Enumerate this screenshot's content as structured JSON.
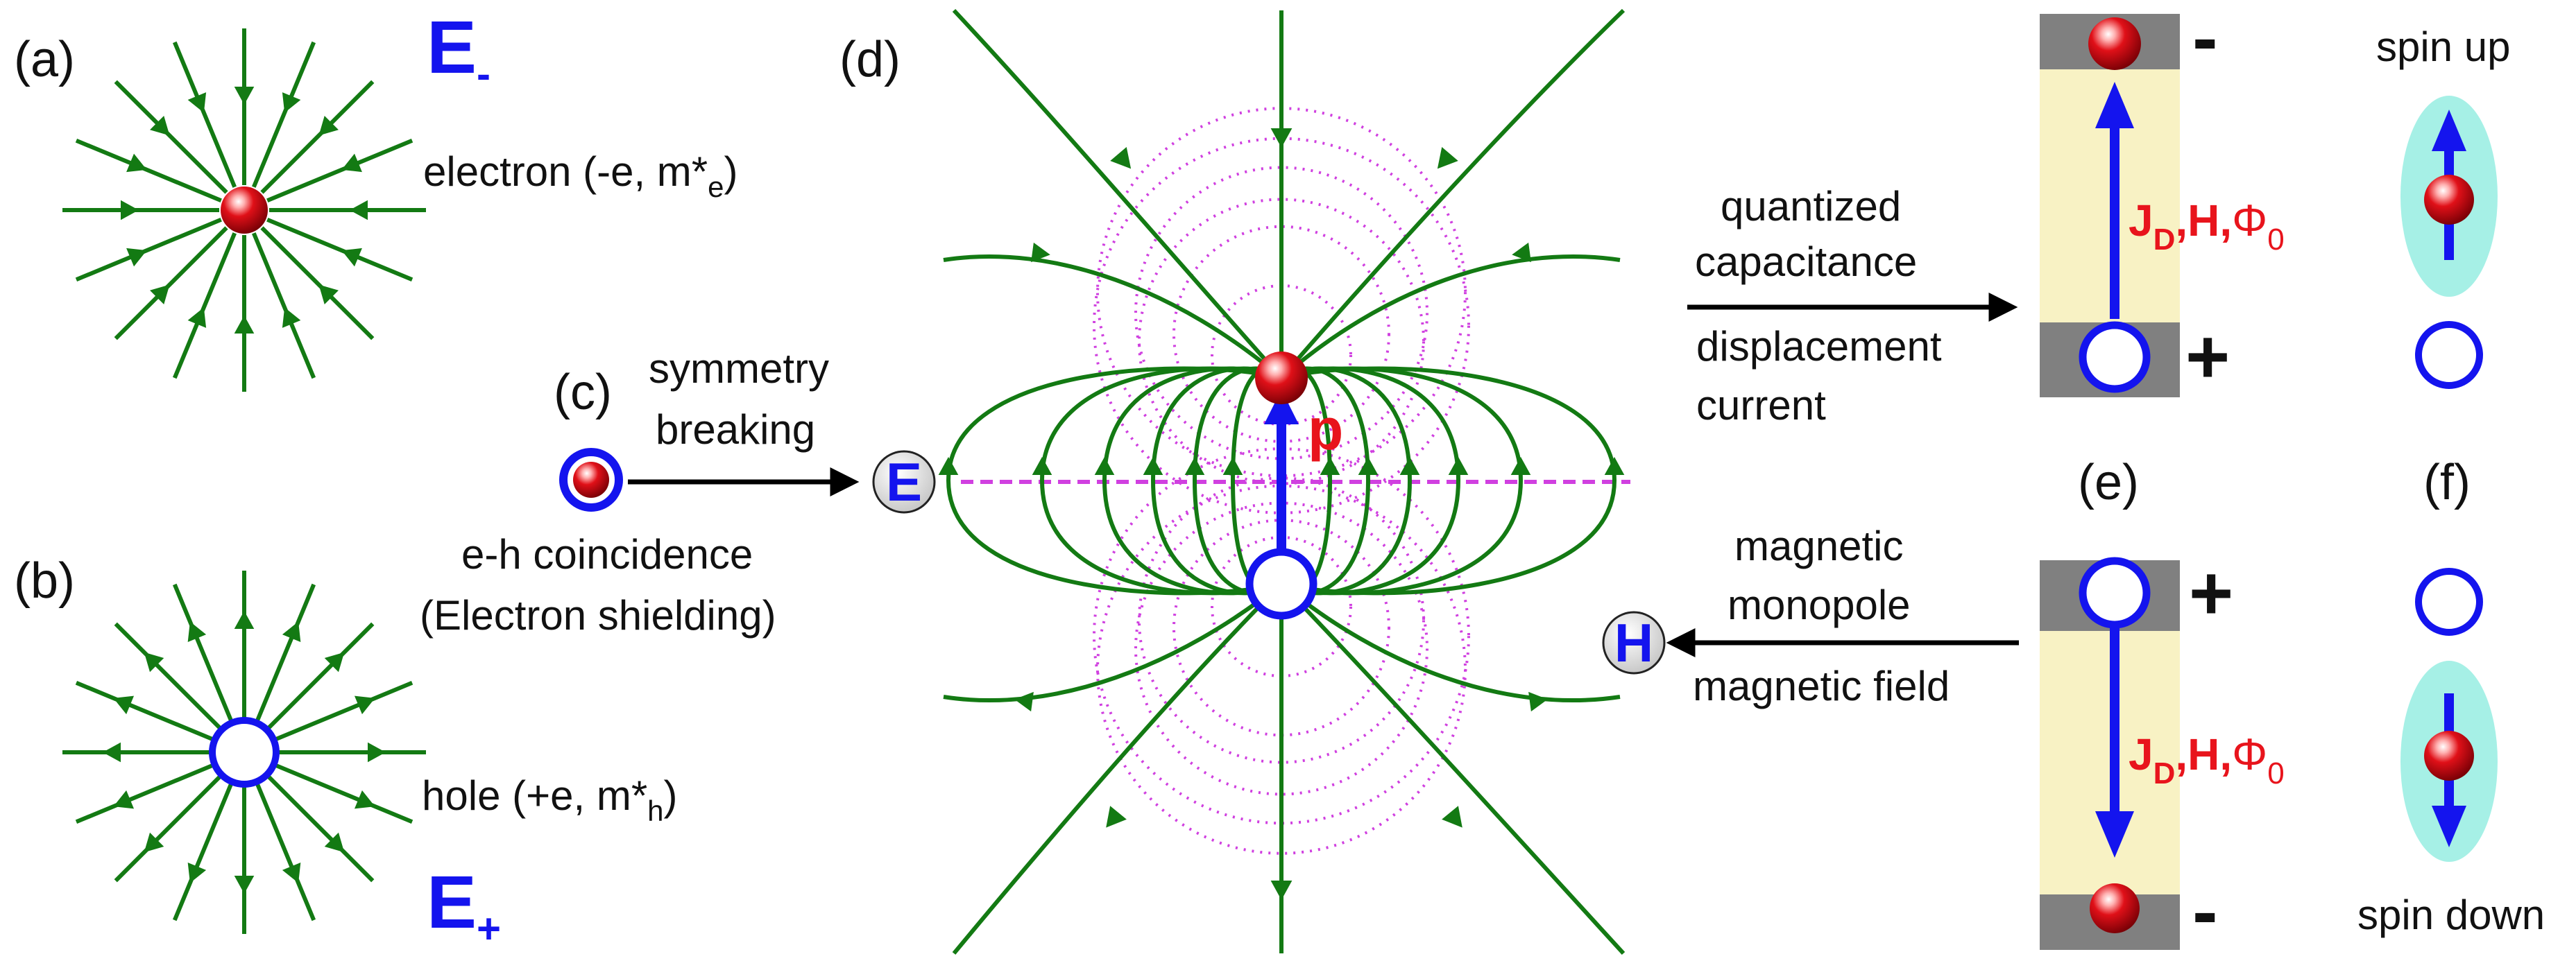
{
  "panels": {
    "a": "(a)",
    "b": "(b)",
    "c": "(c)",
    "d": "(d)",
    "e": "(e)",
    "f": "(f)"
  },
  "panel_a": {
    "field": "E",
    "field_sub": "-",
    "caption": "electron (-e, m*",
    "caption_sub": "e",
    "caption_end": ")"
  },
  "panel_b": {
    "field": "E",
    "field_sub": "+",
    "caption": "hole (+e, m*",
    "caption_sub": "h",
    "caption_end": ")"
  },
  "panel_c": {
    "arrow_label_1": "symmetry",
    "arrow_label_2": "breaking",
    "caption_1": "e-h coincidence",
    "caption_2": "(Electron shielding)",
    "target": "E"
  },
  "panel_d": {
    "dipole": "p"
  },
  "right_top": {
    "arrow_label_1": "quantized",
    "arrow_label_2": "capacitance",
    "arrow_label_3": "displacement",
    "arrow_label_4": "current",
    "top_sign": "-",
    "bottom_sign": "+"
  },
  "right_bottom": {
    "arrow_label_1": "magnetic",
    "arrow_label_2": "monopole",
    "arrow_label_3": "magnetic field",
    "target": "H",
    "top_sign": "+",
    "bottom_sign": "-"
  },
  "junction_label": {
    "j": "J",
    "j_sub": "D",
    "h": ",H,",
    "phi": "Φ",
    "phi_sub": "0"
  },
  "panel_f": {
    "spin_up": "spin up",
    "spin_down": "spin down"
  },
  "colors": {
    "field_line": "#137a13",
    "electron": "#e0101a",
    "hole_ring": "#1414ee",
    "equipotential": "#d040e0",
    "dipole_axis": "#d040e0",
    "plate": "#808080",
    "column": "#f8f2c4",
    "spin_halo": "#a6f0e6"
  }
}
